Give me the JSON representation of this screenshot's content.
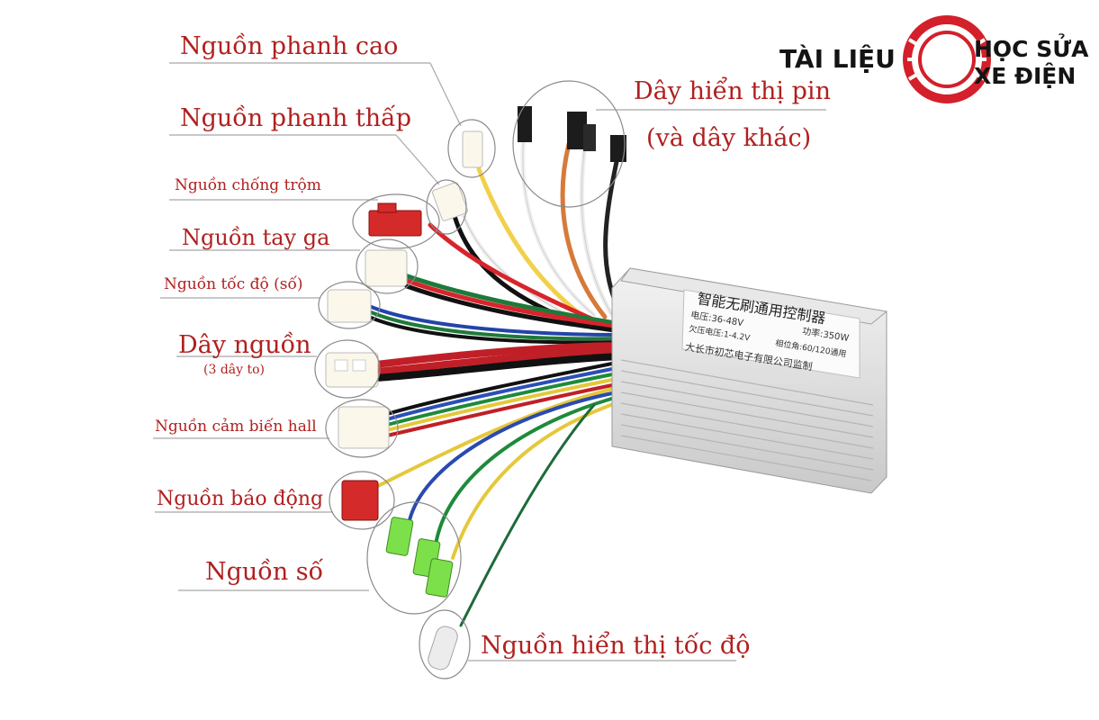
{
  "labels": {
    "phanh_cao": "Nguồn phanh cao",
    "phanh_thap": "Nguồn phanh thấp",
    "chong_trom": "Nguồn chống trộm",
    "tay_ga": "Nguồn tay ga",
    "toc_do_so": "Nguồn tốc độ (số)",
    "day_nguon": "Dây nguồn",
    "day_nguon_sub": "(3 dây to)",
    "cam_bien_hall": "Nguồn cảm biến hall",
    "bao_dong": "Nguồn báo động",
    "nguon_so": "Nguồn số",
    "hien_thi_toc_do": "Nguồn hiển thị tốc độ",
    "hien_thi_pin": "Dây hiển thị pin",
    "hien_thi_pin_sub": "(và dây khác)"
  },
  "logo": {
    "left_text": "TÀI LIỆU",
    "right_line1": "HỌC SỬA",
    "right_line2": "XE ĐIỆN"
  },
  "controller": {
    "line1": "智能无刷通用控制器",
    "line2": "电压:36-48V",
    "line3": "功率:350W",
    "line4": "欠压电压:1-4.2V",
    "line5": "相位角:60/120通用",
    "line6": "大长市初芯电子有限公司监制"
  },
  "colors": {
    "label": "#b0201f",
    "logo_red": "#d3202a",
    "logo_text": "#141414",
    "leader": "#9a9a9a"
  }
}
